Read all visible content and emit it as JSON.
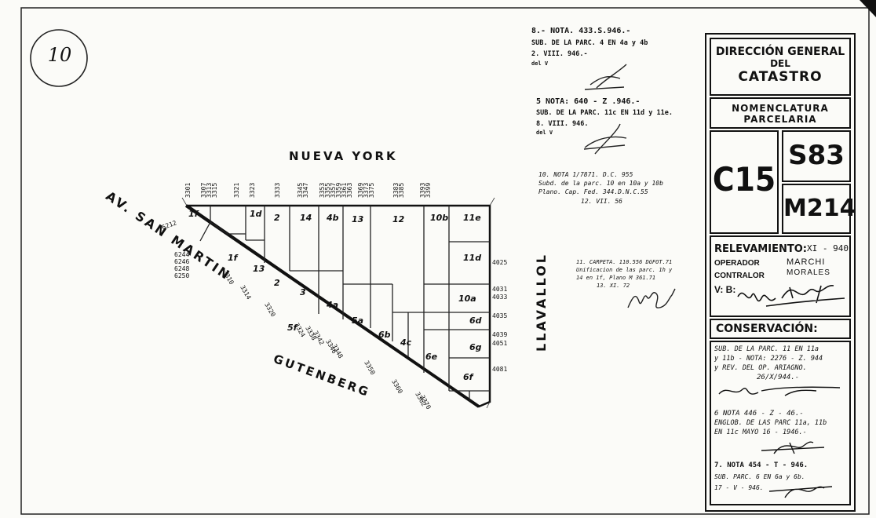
{
  "sheet_number": "10",
  "streets": {
    "north": "NUEVA YORK",
    "west": "AV. SAN MARTIN",
    "south": "GUTENBERG",
    "east": "LLAVALLOL"
  },
  "parcels": [
    "1f",
    "1d",
    "2",
    "14",
    "4b",
    "13",
    "12",
    "10b",
    "11e",
    "11d",
    "13",
    "2",
    "3",
    "4a",
    "5a",
    "6b",
    "4c",
    "6e",
    "6f",
    "10a",
    "6d",
    "6g",
    "5f",
    "1f"
  ],
  "door_numbers_north": [
    "3301",
    "3307",
    "3313",
    "3315",
    "3321",
    "3323",
    "3333",
    "3345",
    "3347",
    "3353",
    "3355",
    "3357",
    "3359",
    "3361",
    "3363",
    "3369",
    "3373",
    "3375",
    "3383",
    "3385",
    "3393",
    "3399"
  ],
  "door_numbers_east": [
    "4025",
    "4031",
    "4033",
    "4035",
    "4039",
    "4051",
    "4081"
  ],
  "door_numbers_west": [
    "6212",
    "6244",
    "6246",
    "6248",
    "6250"
  ],
  "door_numbers_south": [
    "3310",
    "3314",
    "3320",
    "3324",
    "3338",
    "3342",
    "3346",
    "3348",
    "3350",
    "3360",
    "3362",
    "3370"
  ],
  "notes": {
    "n8_title": "8.- NOTA. 433.S.946.-",
    "n8_l1": "SUB. DE LA PARC. 4 EN 4a y 4b",
    "n8_l2": "2. VIII. 946.-",
    "n8_l3": "del V",
    "n5_title": "5 NOTA: 640 - Z .946.-",
    "n5_l1": "SUB. DE LA PARC. 11c EN 11d y 11e.",
    "n5_l2": "8. VIII. 946.",
    "n5_l3": "del V",
    "n10_l1": "10. NOTA 1/7871. D.C. 955",
    "n10_l2": "Subd. de la parc. 10 en 10a y 10b",
    "n10_l3": "Plano. Cap. Fed. 344.D.N.C.55",
    "n10_l4": "12. VII. 56",
    "n11_l1": "11. CARPETA. 110.556 DGFOT.71",
    "n11_l2": "Unificacion de las parc. 1h y",
    "n11_l3": "14 en 1f, Plano M 361.71",
    "n11_l4": "13. XI. 72"
  },
  "panel": {
    "title_l1": "DIRECCIÓN GENERAL",
    "title_l2": "DEL",
    "title_l3": "CATASTRO",
    "nomen_l1": "NOMENCLATURA",
    "nomen_l2": "PARCELARIA",
    "circ": "C15",
    "seccion": "S83",
    "manzana": "M214",
    "relev_label": "RELEVAMIENTO:",
    "relev_value": "XI - 940",
    "operador_label": "OPERADOR",
    "operador_value": "MARCHI",
    "contralor_label": "CONTRALOR",
    "contralor_value": "MORALES",
    "vb_label": "V: B:",
    "conservacion": "CONSERVACIÓN:",
    "c1": "SUB. DE LA PARC. 11 EN 11a",
    "c2": "y 11b - NOTA: 2276 - Z. 944",
    "c3": "y REV. DEL OP. ARIAGNO.",
    "c4": "26/X/944.-",
    "c5": "6 NOTA 446 - Z - 46.-",
    "c6": "ENGLOB. DE LAS PARC 11a, 11b",
    "c7": "EN 11c MAYO 16 - 1946.-",
    "c8": "7. NOTA 454 - T - 946.",
    "c9": "SUB. PARC. 6 EN 6a y 6b.",
    "c10": "17 - V - 946."
  }
}
